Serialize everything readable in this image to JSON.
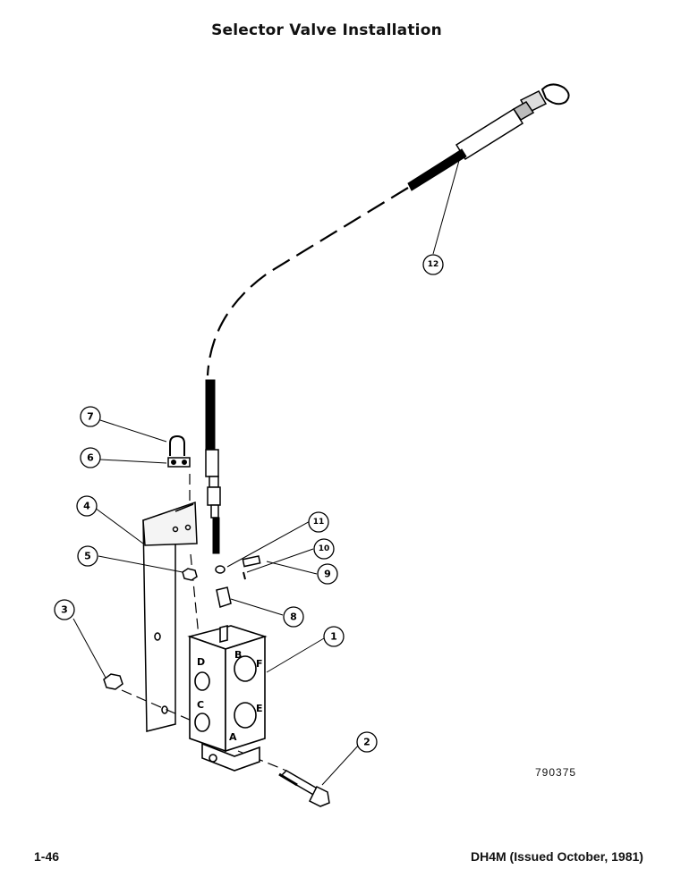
{
  "title": "Selector Valve Installation",
  "drawing_number": "790375",
  "page_number": "1-46",
  "document_ref": "DH4M (Issued October, 1981)",
  "callouts": [
    "1",
    "2",
    "3",
    "4",
    "5",
    "6",
    "7",
    "8",
    "9",
    "10",
    "11",
    "12"
  ],
  "port_letters": [
    "B",
    "F",
    "D",
    "C",
    "E",
    "A"
  ]
}
